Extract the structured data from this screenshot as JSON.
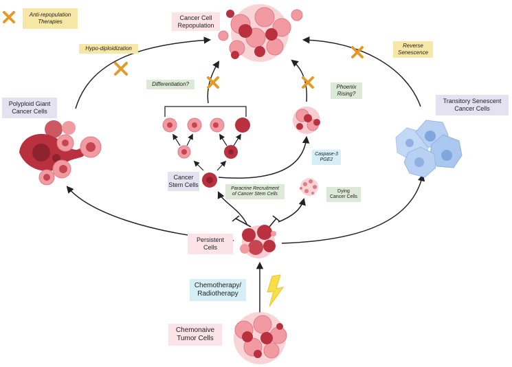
{
  "labels": {
    "anti_repop": "Anti-repopulation\nTherapies",
    "repopulation": "Cancer Cell\nRepopulation",
    "hypo": "Hypo-diploidization",
    "reverse": "Reverse\nSenescence",
    "pgcc": "Polyploid Giant\nCancer Cells",
    "differentiation": "Differentiation?",
    "phoenix": "Phoenix\nRising?",
    "senescent": "Transitory Senescent\nCancer Cells",
    "caspase": "Caspase-3\nPGE2",
    "stem": "Cancer\nStem Cells",
    "paracrine": "Paracrine Recruitment\nof Cancer Stem Cells",
    "dying": "Dying\nCancer Cells",
    "persistent": "Persistent\nCells",
    "chemo": "Chemotherapy/\nRadiotherapy",
    "chemonaive": "Chemonaive\nTumor Cells"
  },
  "colors": {
    "cell_dark": "#b9313f",
    "cell_light": "#f19aa1",
    "senescent_blue": "#a9c7ef",
    "cross": "#e39a2a",
    "bolt": "#f7df45",
    "arrow": "#222222"
  },
  "icons": [
    "cross-icon",
    "lightning-bolt-icon"
  ]
}
